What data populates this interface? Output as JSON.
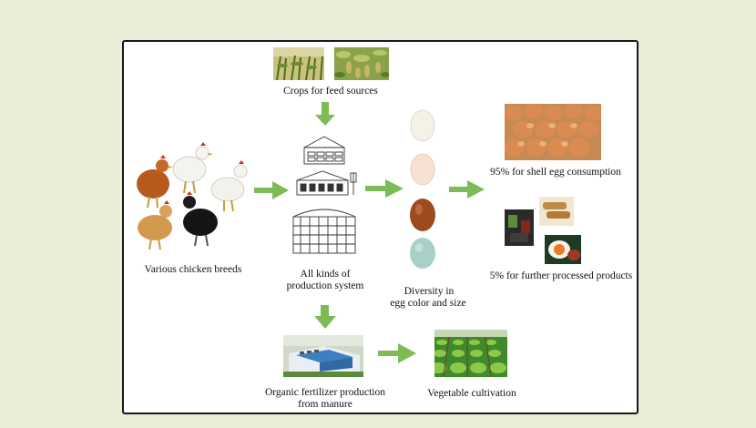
{
  "labels": {
    "crops": "Crops for feed sources",
    "breeds": "Various chicken breeds",
    "production_line1": "All kinds of",
    "production_line2": "production system",
    "diversity_line1": "Diversity in",
    "diversity_line2": "egg color and size",
    "shell_egg": "95% for shell egg consumption",
    "processed": "5% for further processed products",
    "fertilizer_line1": "Organic fertilizer production",
    "fertilizer_line2": "from manure",
    "vegetable": "Vegetable cultivation"
  },
  "icons": {
    "crop_photo_1": "corn-field-photo",
    "crop_photo_2": "soybean-plant-photo",
    "chickens": "chicken-breeds-photo",
    "production": "poultry-house-drawing",
    "eggs": "egg-icons",
    "shell_eggs": "egg-tray-photo",
    "processed": "processed-egg-products-photo",
    "fertilizer": "fertilizer-plant-photo",
    "vegetable": "vegetable-field-photo"
  },
  "colors": {
    "arrow": "#7dbb56",
    "background": "#e9ecd6",
    "frame_border": "#1a1a1a"
  }
}
